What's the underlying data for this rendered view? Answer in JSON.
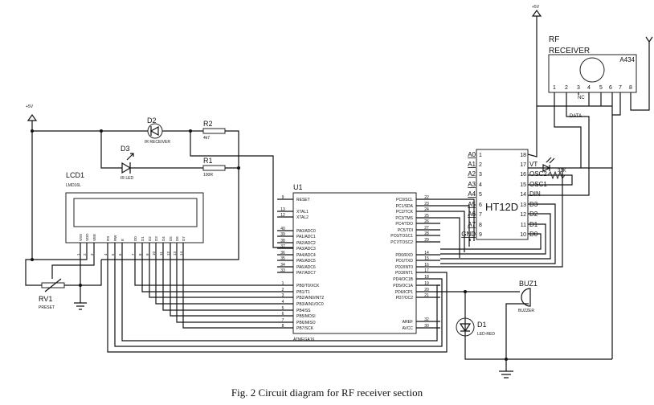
{
  "caption": "Fig. 2 Circuit diagram for RF receiver section",
  "power": {
    "left": "+5V",
    "right": "+5V"
  },
  "d2": {
    "ref": "D2",
    "value": "IR RECEIVER"
  },
  "d3": {
    "ref": "D3",
    "value": "IR LED"
  },
  "r2": {
    "ref": "R2",
    "value": "4k7"
  },
  "r1": {
    "ref": "R1",
    "value": "100R"
  },
  "lcd": {
    "ref": "LCD1",
    "model": "LMD16L",
    "pins": [
      "VSS",
      "VDD",
      "VEE",
      "RS",
      "RW",
      "E",
      "D0",
      "D1",
      "D2",
      "D3",
      "D4",
      "D5",
      "D6",
      "D7"
    ],
    "pin_numbers": [
      "1",
      "2",
      "3",
      "4",
      "5",
      "6",
      "7",
      "8",
      "9",
      "10",
      "11",
      "12",
      "13",
      "14"
    ]
  },
  "rv1": {
    "ref": "RV1",
    "value": "PRESET"
  },
  "u1": {
    "ref": "U1",
    "model": "ATMEGA16",
    "left_pins": [
      {
        "num": "9",
        "name": "RESET"
      },
      {
        "num": "13",
        "name": "XTAL1"
      },
      {
        "num": "12",
        "name": "XTAL2"
      },
      {
        "num": "40",
        "name": "PA0/ADC0"
      },
      {
        "num": "39",
        "name": "PA1/ADC1"
      },
      {
        "num": "38",
        "name": "PA2/ADC2"
      },
      {
        "num": "37",
        "name": "PA3/ADC3"
      },
      {
        "num": "36",
        "name": "PA4/ADC4"
      },
      {
        "num": "35",
        "name": "PA5/ADC5"
      },
      {
        "num": "34",
        "name": "PA6/ADC6"
      },
      {
        "num": "33",
        "name": "PA7/ADC7"
      },
      {
        "num": "1",
        "name": "PB0/T0/XCK"
      },
      {
        "num": "2",
        "name": "PB1/T1"
      },
      {
        "num": "3",
        "name": "PB2/AIN0/INT2"
      },
      {
        "num": "4",
        "name": "PB3/AIN1/OC0"
      },
      {
        "num": "5",
        "name": "PB4/SS"
      },
      {
        "num": "6",
        "name": "PB5/MOSI"
      },
      {
        "num": "7",
        "name": "PB6/MISO"
      },
      {
        "num": "8",
        "name": "PB7/SCK"
      }
    ],
    "right_pins": [
      {
        "num": "22",
        "name": "PC0/SCL"
      },
      {
        "num": "23",
        "name": "PC1/SDA"
      },
      {
        "num": "24",
        "name": "PC2/TCK"
      },
      {
        "num": "25",
        "name": "PC3/TMS"
      },
      {
        "num": "26",
        "name": "PC4/TDO"
      },
      {
        "num": "27",
        "name": "PC5/TDI"
      },
      {
        "num": "28",
        "name": "PC6/TOSC1"
      },
      {
        "num": "29",
        "name": "PC7/TOSC2"
      },
      {
        "num": "14",
        "name": "PD0/RXD"
      },
      {
        "num": "15",
        "name": "PD1/TXD"
      },
      {
        "num": "16",
        "name": "PD2/INT0"
      },
      {
        "num": "17",
        "name": "PD3/INT1"
      },
      {
        "num": "18",
        "name": "PD4/OC1B"
      },
      {
        "num": "19",
        "name": "PD5/OC1A"
      },
      {
        "num": "20",
        "name": "PD6/ICP1"
      },
      {
        "num": "21",
        "name": "PD7/OC2"
      },
      {
        "num": "32",
        "name": "AREF"
      },
      {
        "num": "30",
        "name": "AVCC"
      }
    ]
  },
  "ht12d": {
    "name": "HT12D",
    "left_pins": [
      {
        "num": "1",
        "name": "A0"
      },
      {
        "num": "2",
        "name": "A1"
      },
      {
        "num": "3",
        "name": "A2"
      },
      {
        "num": "4",
        "name": "A3"
      },
      {
        "num": "5",
        "name": "A4"
      },
      {
        "num": "6",
        "name": "A5"
      },
      {
        "num": "7",
        "name": "A6"
      },
      {
        "num": "8",
        "name": "A7"
      },
      {
        "num": "9",
        "name": "GND"
      }
    ],
    "right_pins": [
      {
        "num": "18",
        "name": ""
      },
      {
        "num": "17",
        "name": "VT"
      },
      {
        "num": "16",
        "name": "OSC2"
      },
      {
        "num": "15",
        "name": "OSC1"
      },
      {
        "num": "14",
        "name": "DIN"
      },
      {
        "num": "13",
        "name": "D3"
      },
      {
        "num": "12",
        "name": "D2"
      },
      {
        "num": "11",
        "name": "D1"
      },
      {
        "num": "10",
        "name": "D0"
      }
    ]
  },
  "rf": {
    "title1": "RF",
    "title2": "RECEIVER",
    "model": "A434",
    "pins": [
      "1",
      "2",
      "3",
      "4",
      "5",
      "6",
      "7",
      "8"
    ],
    "nc": "NC",
    "data": "DATA"
  },
  "osc_resistor": "33K",
  "buz1": {
    "ref": "BUZ1",
    "value": "BUZZER"
  },
  "d1": {
    "ref": "D1",
    "value": "LED-RED"
  }
}
